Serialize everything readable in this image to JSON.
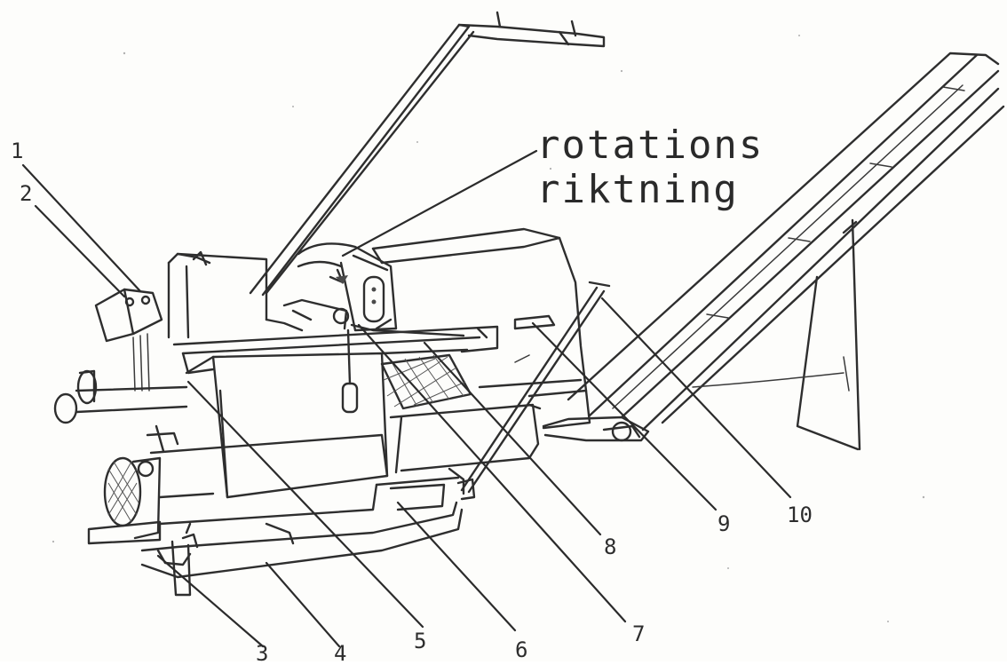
{
  "diagram": {
    "caption": {
      "line1": "rotations",
      "line2": "riktning"
    },
    "callouts": [
      {
        "id": "1",
        "label": "1"
      },
      {
        "id": "2",
        "label": "2"
      },
      {
        "id": "3",
        "label": "3"
      },
      {
        "id": "4",
        "label": "4"
      },
      {
        "id": "5",
        "label": "5"
      },
      {
        "id": "6",
        "label": "6"
      },
      {
        "id": "7",
        "label": "7"
      },
      {
        "id": "8",
        "label": "8"
      },
      {
        "id": "9",
        "label": "9"
      },
      {
        "id": "10",
        "label": "10"
      }
    ],
    "colors": {
      "ink": "#2e2e2e",
      "paper": "#fdfdfb"
    }
  }
}
